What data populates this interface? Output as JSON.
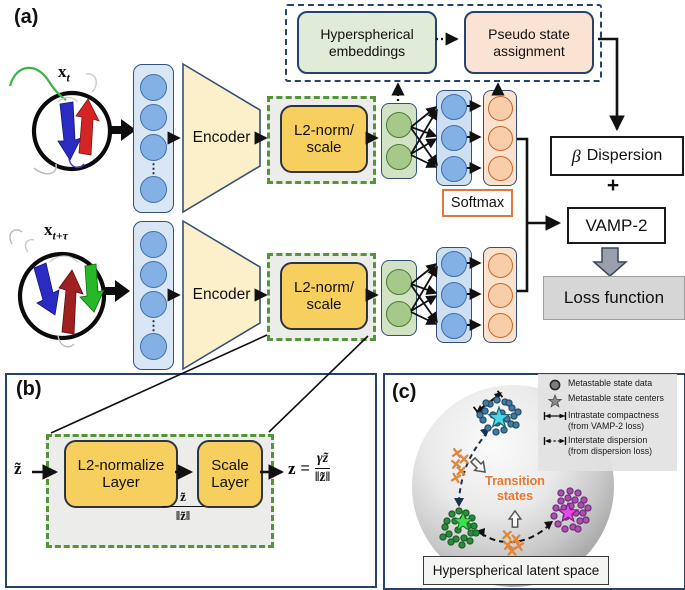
{
  "panel_a": {
    "label": "(a)",
    "x_t": {
      "base": "x",
      "sub": "t"
    },
    "x_t_tau": {
      "base": "x",
      "sub": "t+τ"
    },
    "encoder_top": "Encoder",
    "encoder_bottom": "Encoder",
    "l2norm_top": "L2-norm/\nscale",
    "l2norm_bottom": "L2-norm/\nscale",
    "softmax": "Softmax",
    "hyperspherical_embeddings": "Hyperspherical\nembeddings",
    "pseudo_state_assignment": "Pseudo state\nassignment",
    "beta": "β",
    "dispersion": "Dispersion",
    "plus": "+",
    "vamp2": "VAMP-2",
    "loss_function": "Loss function"
  },
  "panel_b": {
    "label": "(b)",
    "input_z": "z̃",
    "l2_layer": "L2-normalize\nLayer",
    "scale_layer": "Scale\nLayer",
    "mid_num": "z̃",
    "mid_den": "‖z̃‖",
    "out_z": "z",
    "out_eq": "=",
    "out_num": "γz̃",
    "out_den": "‖z̃‖"
  },
  "panel_c": {
    "label": "(c)",
    "transition_states": "Transition\nstates",
    "caption": "Hyperspherical latent space",
    "legend": {
      "data": "Metastable state data",
      "centers": "Metastable state centers",
      "intrastate": "Intrastate compactness\n(from VAMP-2 loss)",
      "interstate": "Interstate dispersion\n(from dispersion loss)"
    }
  },
  "colors": {
    "navy_border": "#26436e",
    "yellow_box": "#f6cf5e",
    "green_dashed": "#56943a",
    "softmax_orange": "#e0763c",
    "embedding_green": "#e1ecd8",
    "assignment_peach": "#fbe3d3",
    "loss_gray": "#d6d6d6",
    "transition_orange": "#e87830",
    "blue_node": "#83b1e6",
    "green_node": "#a6c98a",
    "orange_node": "#f8cda9"
  }
}
